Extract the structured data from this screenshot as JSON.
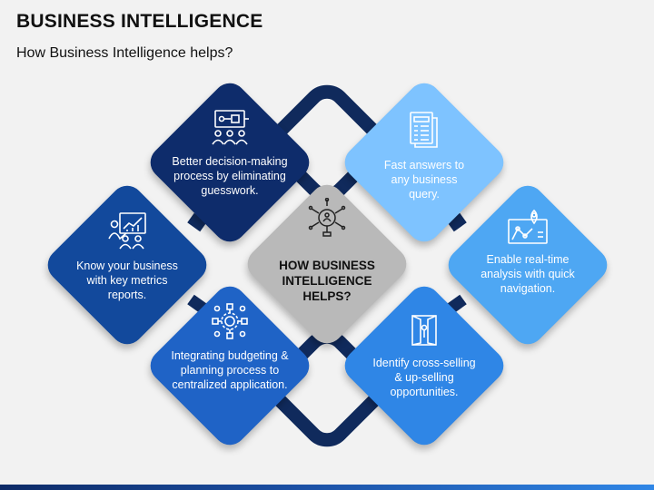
{
  "title": "BUSINESS INTELLIGENCE",
  "subtitle": "How Business Intelligence helps?",
  "center": {
    "label": "HOW BUSINESS INTELLIGENCE HELPS?",
    "icon": "lightbulb-person-icon",
    "color": "#b9b9b9"
  },
  "items": [
    {
      "text": "Better decision-making process by eliminating guesswork.",
      "icon": "presentation-meeting-icon",
      "color": "#0e2c6b"
    },
    {
      "text": "Fast answers to any business query.",
      "icon": "document-list-icon",
      "color": "#7ec3ff"
    },
    {
      "text": "Know your business with key metrics reports.",
      "icon": "analytics-board-icon",
      "color": "#12499c"
    },
    {
      "text": "Enable real-time analysis with quick navigation.",
      "icon": "map-location-icon",
      "color": "#4ea7f3"
    },
    {
      "text": "Integrating budgeting & planning process to centralized application.",
      "icon": "process-integration-icon",
      "color": "#1f63c6"
    },
    {
      "text": "Identify cross-selling & up-selling opportunities.",
      "icon": "door-opportunity-icon",
      "color": "#2f86e6"
    }
  ],
  "connector_color": "#102a5c"
}
